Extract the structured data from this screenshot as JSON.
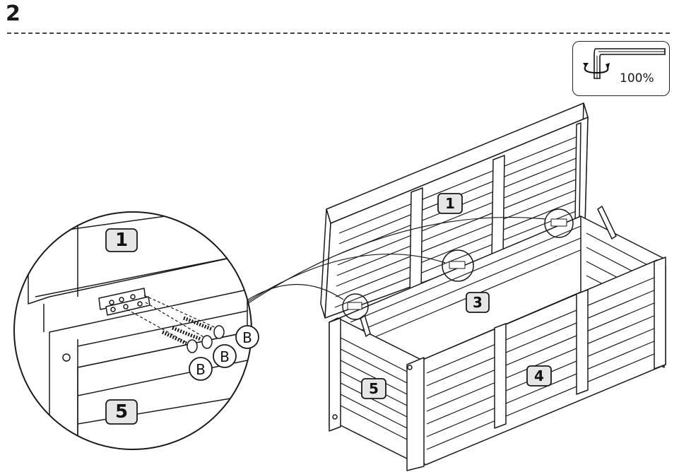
{
  "step": {
    "number": "2"
  },
  "tool": {
    "scale_label": "100%",
    "icon": "hex-key-icon"
  },
  "parts": {
    "lid": "1",
    "back_panel": "3",
    "front_panel": "4",
    "side_panel": "5"
  },
  "screws": {
    "label": "B",
    "count": 3
  },
  "colors": {
    "line": "#1a1a1a",
    "fill": "#ffffff",
    "label_bg": "#e6e6e6"
  }
}
